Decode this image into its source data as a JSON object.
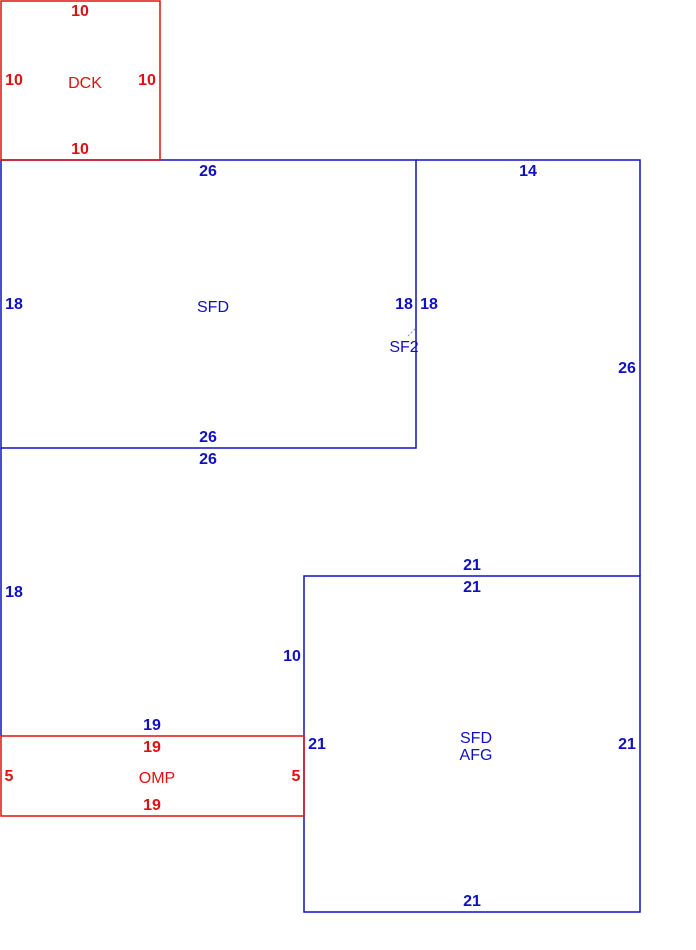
{
  "colors": {
    "blue": "#1010c0",
    "red": "#e01010",
    "background": "#ffffff"
  },
  "areas": {
    "dck": {
      "name": "DCK",
      "top": "10",
      "left": "10",
      "right": "10",
      "bottom": "10"
    },
    "sfd_upper": {
      "name": "SFD",
      "top": "26",
      "left": "18",
      "right": "18",
      "bottom": "26"
    },
    "sf2": {
      "name": "SF2",
      "top": "14",
      "left": "18",
      "right": "26"
    },
    "lower_left": {
      "top": "26",
      "left": "18",
      "inner_right": "10",
      "bottom": "19"
    },
    "sfd_afg": {
      "name_line1": "SFD",
      "name_line2": "AFG",
      "top_outer": "21",
      "top": "21",
      "left": "21",
      "right": "21",
      "bottom": "21"
    },
    "omp": {
      "name": "OMP",
      "top": "19",
      "left": "5",
      "right": "5",
      "bottom": "19"
    }
  }
}
